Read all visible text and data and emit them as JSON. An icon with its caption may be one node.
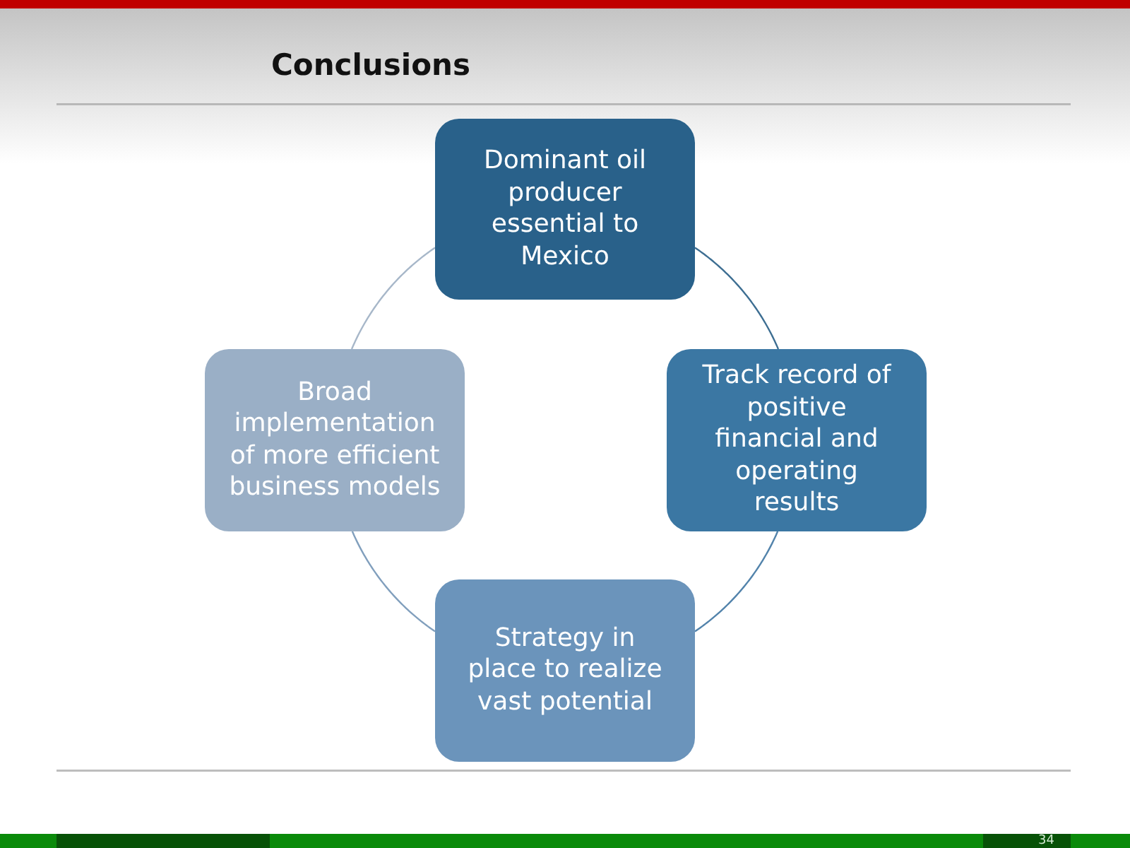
{
  "diagram": {
    "title": "Conclusions",
    "nodes": [
      {
        "text": [
          "Dominant oil producer essential to Mexico"
        ]
      },
      {
        "text": [
          "Broad implementation of more efficient business models"
        ]
      },
      {
        "text": [
          "Track record of positive financial and operating results"
        ]
      },
      {
        "text": [
          "Strategy in place to realize vast potential"
        ]
      }
    ],
    "edges": [
      {
        "from": 0,
        "to": 2,
        "arrow": "none",
        "color": "#3d6e92"
      },
      {
        "from": 2,
        "to": 3,
        "arrow": "none",
        "color": "#5283ab"
      },
      {
        "from": 3,
        "to": 1,
        "arrow": "none",
        "color": "#819fbd"
      },
      {
        "from": 1,
        "to": 0,
        "arrow": "none",
        "color": "#a7b7c9"
      }
    ],
    "labels": [
      "34"
    ]
  }
}
